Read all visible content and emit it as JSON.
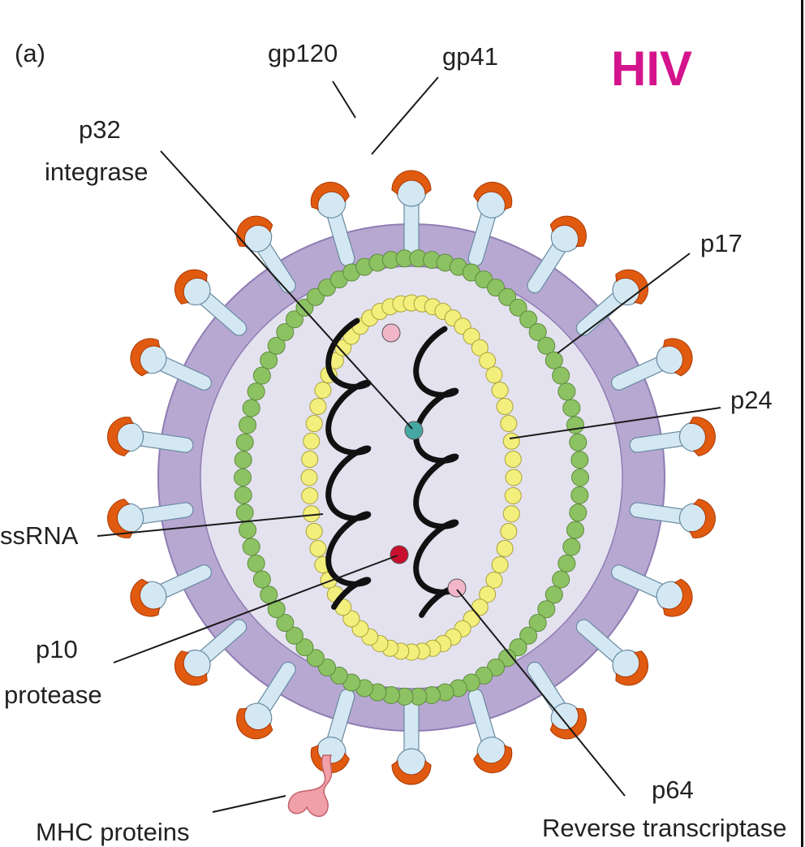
{
  "figure": {
    "panel_label": "(a)",
    "title": "HIV",
    "title_color": "#d4148c"
  },
  "labels": {
    "gp120": "gp120",
    "gp41": "gp41",
    "p32": "p32",
    "integrase": "integrase",
    "p17": "p17",
    "p24": "p24",
    "ssrna": "ssRNA",
    "p10": "p10",
    "protease": "protease",
    "mhc": "MHC proteins",
    "p64": "p64",
    "reverse_transcriptase": "Reverse transcriptase"
  },
  "colors": {
    "envelope": "#b7a8d2",
    "envelope_edge": "#8f7db3",
    "interior": "#e4e2ef",
    "spike_stalk": "#d3e8f3",
    "spike_edge": "#6a8aa0",
    "spike_cap": "#e05a10",
    "matrix_bead": "#8dc263",
    "capsid_bead": "#f3ef7c",
    "rna": "#111111",
    "integrase_dot": "#46a7a2",
    "protease_dot": "#c8102e",
    "rt_dot": "#f2b6c9",
    "mhc": "#f0a0a8"
  }
}
